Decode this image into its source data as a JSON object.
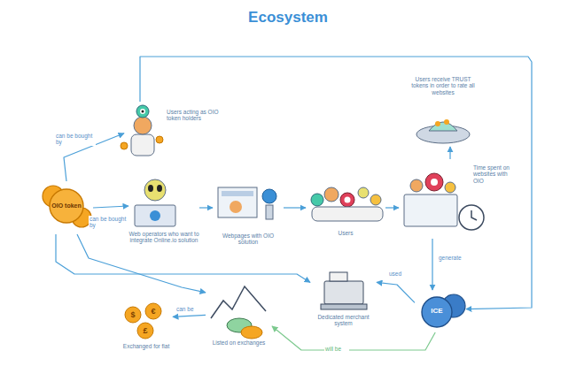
{
  "diagram": {
    "title": "Ecosystem",
    "nodes": [
      {
        "text": [
          "OIO token"
        ]
      },
      {
        "text": [
          "Users acting as OIO token holders"
        ]
      },
      {
        "text": [
          "Web operators who want to integrate Online.io solution"
        ]
      },
      {
        "text": [
          "Webpages with OIO solution"
        ]
      },
      {
        "text": [
          "Users"
        ]
      },
      {
        "text": [
          "Time spent on websites with OIO"
        ]
      },
      {
        "text": [
          "Users receive TRUST tokens in order to rate all websites"
        ]
      },
      {
        "text": [
          "ICE"
        ]
      },
      {
        "text": [
          "Dedicated merchant system"
        ]
      },
      {
        "text": [
          "Listed on exchanges"
        ]
      },
      {
        "text": [
          "Exchanged for fiat"
        ]
      }
    ],
    "edges": [
      {
        "from": 0,
        "to": 1,
        "label": "can be bought by",
        "arrow": "to"
      },
      {
        "from": 0,
        "to": 2,
        "label": "can be bought by",
        "arrow": "to"
      },
      {
        "from": 2,
        "to": 3,
        "arrow": "to"
      },
      {
        "from": 3,
        "to": 4,
        "arrow": "to"
      },
      {
        "from": 4,
        "to": 5,
        "arrow": "to"
      },
      {
        "from": 5,
        "to": 6,
        "arrow": "to"
      },
      {
        "from": 5,
        "to": 7,
        "label": "generate",
        "arrow": "to"
      },
      {
        "from": 7,
        "to": 8,
        "label": "used",
        "arrow": "to"
      },
      {
        "from": 7,
        "to": 9,
        "label": "will be",
        "arrow": "to"
      },
      {
        "from": 9,
        "to": 10,
        "label": "can be",
        "arrow": "to"
      },
      {
        "from": 1,
        "to": 7,
        "arrow": "to"
      },
      {
        "from": 0,
        "to": 8,
        "arrow": "to"
      },
      {
        "from": 0,
        "to": 9,
        "arrow": "to"
      }
    ],
    "labels": [
      "$",
      "€",
      "£"
    ]
  }
}
